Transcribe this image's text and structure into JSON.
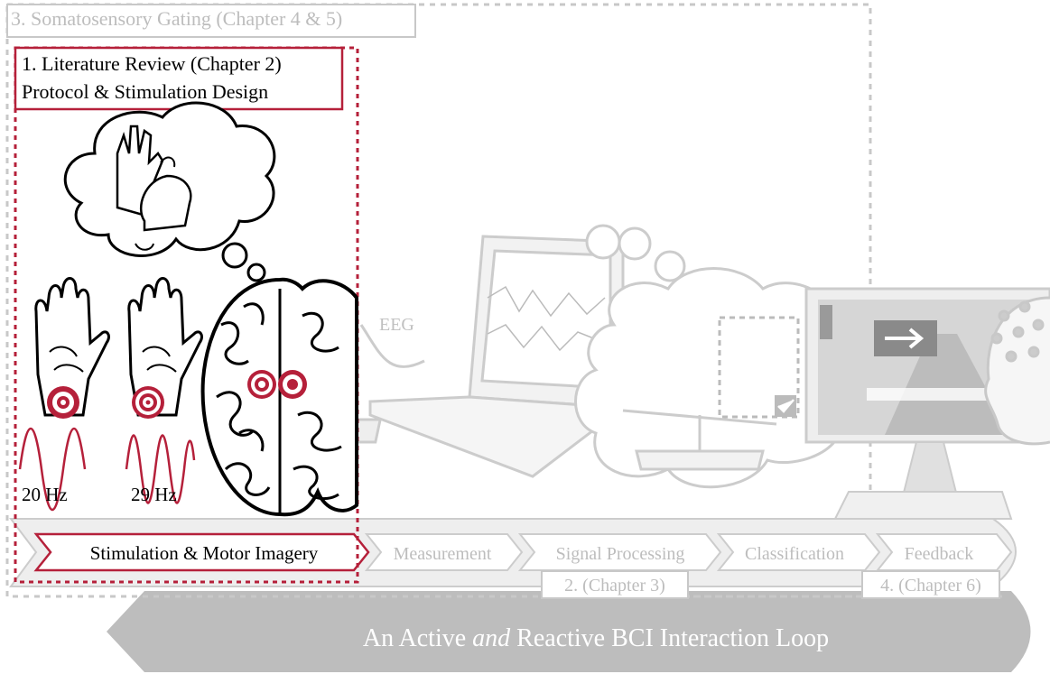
{
  "sections": {
    "somatosensory_gating": "3. Somatosensory Gating (Chapter 4 & 5)",
    "literature_review_line1": "1. Literature Review (Chapter 2)",
    "literature_review_line2": "Protocol & Stimulation Design",
    "chapter3": "2. (Chapter 3)",
    "chapter6": "4. (Chapter 6)"
  },
  "labels": {
    "eeg": "EEG",
    "freq_left": "20 Hz",
    "freq_right": "29 Hz"
  },
  "pipeline": [
    "Stimulation & Motor Imagery",
    "Measurement",
    "Signal Processing",
    "Classification",
    "Feedback"
  ],
  "banner": {
    "before": "An Active ",
    "emphasis": "and",
    "after": " Reactive BCI Interaction Loop"
  },
  "colors": {
    "accent_red": "#b5203a",
    "faded_gray": "#c8c8c8",
    "banner_gray": "#bdbdbd"
  }
}
